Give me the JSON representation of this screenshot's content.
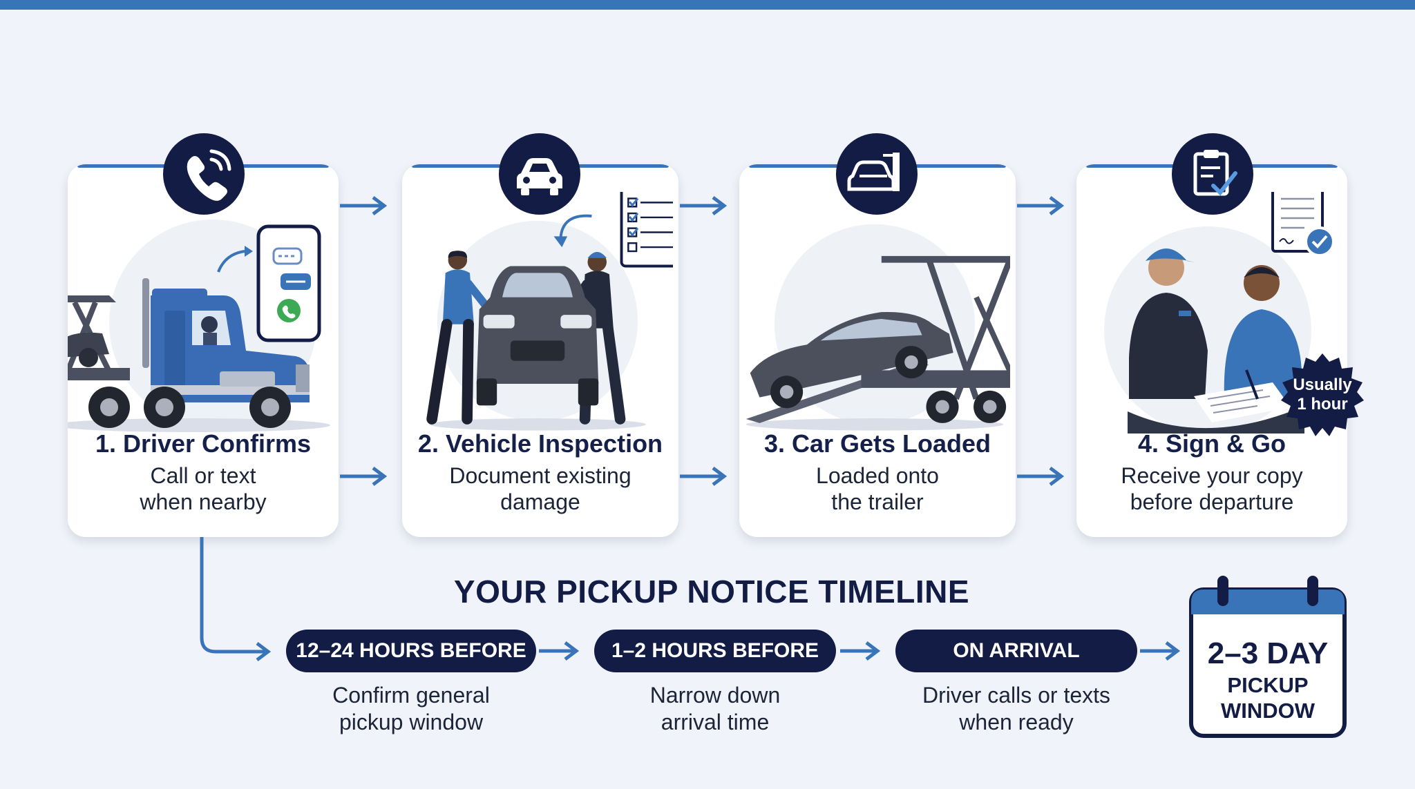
{
  "steps": [
    {
      "title": "1. Driver Confirms",
      "desc_line1": "Call or text",
      "desc_line2": "when nearby",
      "icon": "phone-icon"
    },
    {
      "title": "2. Vehicle Inspection",
      "desc_line1": "Document existing",
      "desc_line2": "damage",
      "icon": "car-front-icon"
    },
    {
      "title": "3. Car Gets Loaded",
      "desc_line1": "Loaded onto",
      "desc_line2": "the trailer",
      "icon": "car-loading-icon"
    },
    {
      "title": "4. Sign & Go",
      "desc_line1": "Receive your copy",
      "desc_line2": "before departure",
      "icon": "clipboard-check-icon"
    }
  ],
  "badge": {
    "line1": "Usually",
    "line2": "1 hour"
  },
  "timeline": {
    "title": "YOUR PICKUP NOTICE TIMELINE",
    "items": [
      {
        "label": "12–24 HOURS BEFORE",
        "desc_line1": "Confirm general",
        "desc_line2": "pickup window"
      },
      {
        "label": "1–2 HOURS BEFORE",
        "desc_line1": "Narrow down",
        "desc_line2": "arrival time"
      },
      {
        "label": "ON ARRIVAL",
        "desc_line1": "Driver calls or texts",
        "desc_line2": "when ready"
      }
    ]
  },
  "calendar": {
    "line1": "2–3 DAY",
    "line2": "PICKUP",
    "line3": "WINDOW"
  },
  "colors": {
    "navy": "#121c45",
    "accent": "#3a74b8",
    "background": "#f0f3f9"
  }
}
